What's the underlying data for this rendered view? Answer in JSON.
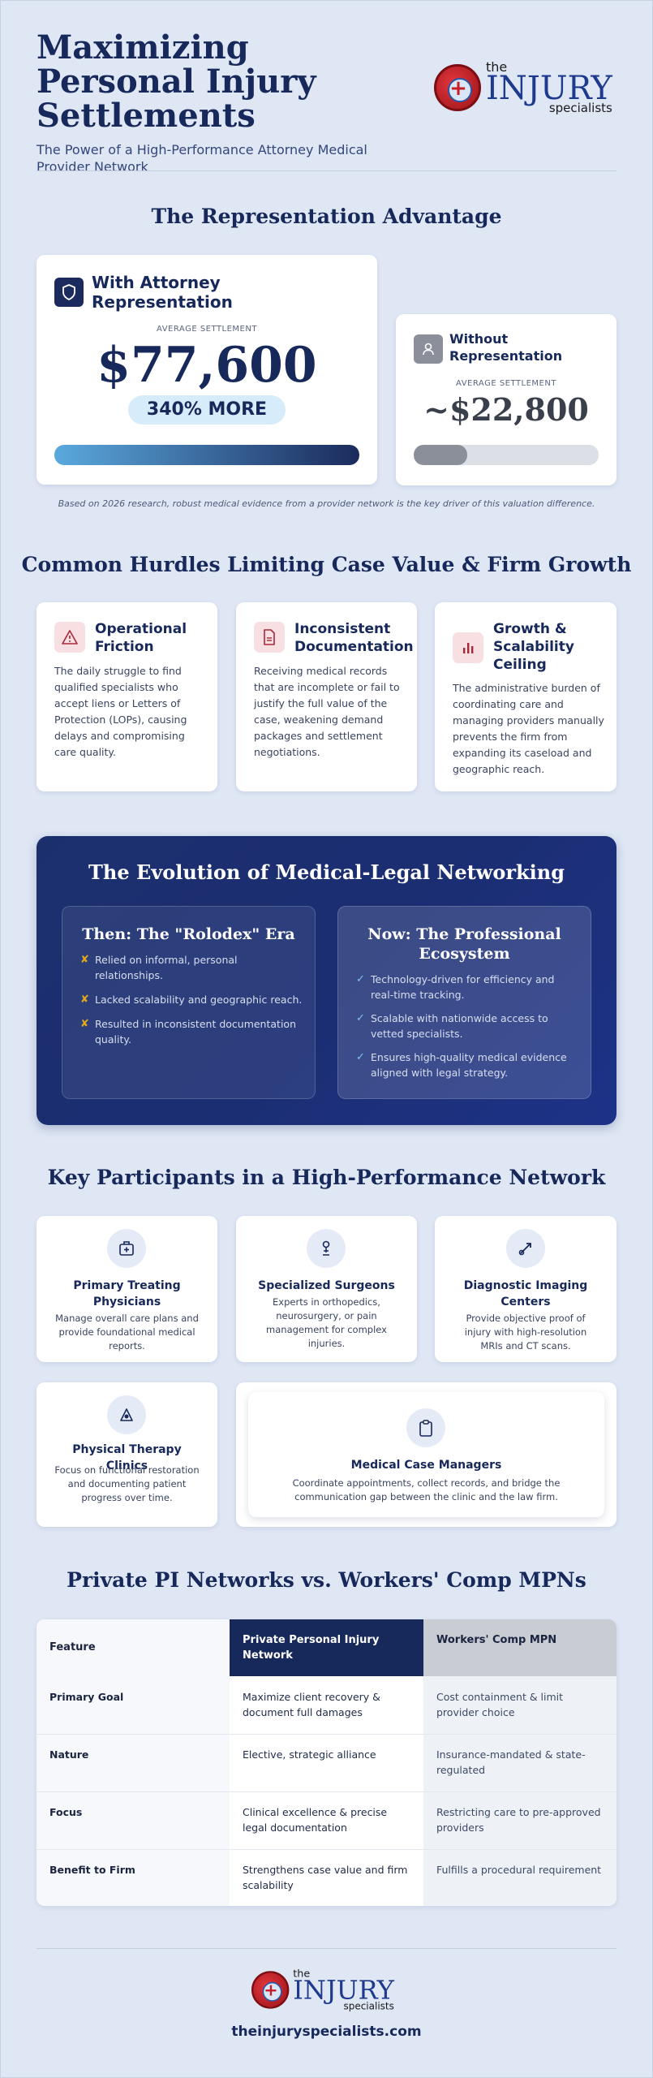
{
  "header": {
    "title": "Maximizing Personal Injury Settlements",
    "subtitle": "The Power of a High-Performance Attorney Medical Provider Network",
    "logo": {
      "the": "the",
      "injury": "INJURY",
      "specialists": "specialists"
    }
  },
  "representation": {
    "section_title": "The Representation Advantage",
    "with": {
      "title": "With Attorney Representation",
      "icon": "shield-icon",
      "avg_label": "AVERAGE SETTLEMENT",
      "amount": "$77,600",
      "badge": "340% MORE",
      "bar_fraction": 1.0
    },
    "without": {
      "title": "Without Representation",
      "icon": "person-icon",
      "avg_label": "AVERAGE SETTLEMENT",
      "amount": "~$22,800",
      "bar_fraction": 0.29
    },
    "note": "Based on 2026 research, robust medical evidence from a provider network is the key driver of this valuation difference."
  },
  "hurdles": {
    "section_title": "Common Hurdles Limiting Case Value & Firm Growth",
    "items": [
      {
        "title": "Operational Friction",
        "icon": "warning-icon",
        "body": "The daily struggle to find qualified specialists who accept liens or Letters of Protection (LOPs), causing delays and compromising care quality."
      },
      {
        "title": "Inconsistent Documentation",
        "icon": "document-icon",
        "body": "Receiving medical records that are incomplete or fail to justify the full value of the case, weakening demand packages and settlement negotiations."
      },
      {
        "title": "Growth & Scalability Ceiling",
        "icon": "bar-chart-icon",
        "body": "The administrative burden of coordinating care and managing providers manually prevents the firm from expanding its caseload and geographic reach."
      }
    ]
  },
  "evolution": {
    "section_title": "The Evolution of Medical-Legal Networking",
    "then": {
      "title": "Then: The \"Rolodex\" Era",
      "mark": "✘",
      "items": [
        "Relied on informal, personal relationships.",
        "Lacked scalability and geographic reach.",
        "Resulted in inconsistent documentation quality."
      ]
    },
    "now": {
      "title": "Now: The Professional Ecosystem",
      "mark": "✓",
      "items": [
        "Technology-driven for efficiency and real-time tracking.",
        "Scalable with nationwide access to vetted specialists.",
        "Ensures high-quality medical evidence aligned with legal strategy."
      ]
    }
  },
  "participants": {
    "section_title": "Key Participants in a High-Performance Network",
    "items": [
      {
        "title": "Primary Treating Physicians",
        "icon": "medical-bag-icon",
        "body": "Manage overall care plans and provide foundational medical reports."
      },
      {
        "title": "Specialized Surgeons",
        "icon": "surgeon-icon",
        "body": "Experts in orthopedics, neurosurgery, or pain management for complex injuries."
      },
      {
        "title": "Diagnostic Imaging Centers",
        "icon": "imaging-icon",
        "body": "Provide objective proof of injury with high-resolution MRIs and CT scans."
      },
      {
        "title": "Physical Therapy Clinics",
        "icon": "therapy-icon",
        "body": "Focus on functional restoration and documenting patient progress over time."
      },
      {
        "title": "Medical Case Managers",
        "icon": "clipboard-icon",
        "body": "Coordinate appointments, collect records, and bridge the communication gap between the clinic and the law firm."
      }
    ]
  },
  "comparison": {
    "section_title": "Private PI Networks vs. Workers' Comp MPNs",
    "headers": [
      "Feature",
      "Private Personal Injury Network",
      "Workers' Comp MPN"
    ],
    "rows": [
      [
        "Primary Goal",
        "Maximize client recovery & document full damages",
        "Cost containment & limit provider choice"
      ],
      [
        "Nature",
        "Elective, strategic alliance",
        "Insurance-mandated & state-regulated"
      ],
      [
        "Focus",
        "Clinical excellence & precise legal documentation",
        "Restricting care to pre-approved providers"
      ],
      [
        "Benefit to Firm",
        "Strengthens case value and firm scalability",
        "Fulfills a procedural requirement"
      ]
    ]
  },
  "footer": {
    "url": "theinjuryspecialists.com"
  },
  "colors": {
    "navy": "#17285a",
    "background": "#dfe7f5",
    "accent_red": "#c81d24",
    "gold": "#e0a81e"
  }
}
